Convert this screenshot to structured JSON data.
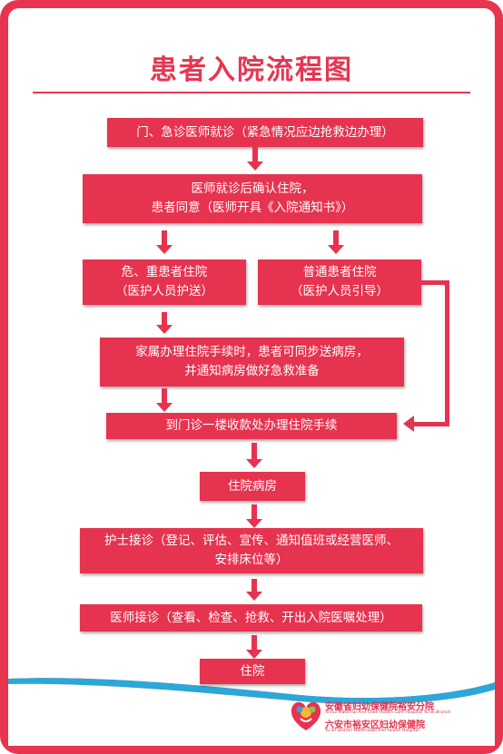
{
  "title": "患者入院流程图",
  "steps": {
    "s1": "门、急诊医师就诊（紧急情况应边抢救边办理）",
    "s2": "医师就诊后确认住院，\n患者同意（医师开具《入院通知书》）",
    "s3a": "危、重患者住院\n（医护人员护送）",
    "s3b": "普通患者住院\n（医护人员引导）",
    "s4": "家属办理住院手续时，患者可同步送病房，\n并通知病房做好急救准备",
    "s5": "到门诊一楼收款处办理住院手续",
    "s6": "住院病房",
    "s7": "护士接诊（登记、评估、宣传、通知值班或经营医师、\n安排床位等）",
    "s8": "医师接诊（查看、检查、抢救、开出入院医嘱处理）",
    "s9": "住院"
  },
  "logo": {
    "name_zh_1": "安徽省妇幼保健院裕安分院",
    "name_en_1": "Anhui Maternal And Child Health Care Hospital Yu'an Branch",
    "name_zh_2": "六安市裕安区妇幼保健院",
    "name_en_2": "Yu'an District Maternal&Child Health Hospital"
  },
  "colors": {
    "primary": "#e6334f",
    "frame": "#e8344f",
    "wave_blue": "#2aa8d8"
  }
}
